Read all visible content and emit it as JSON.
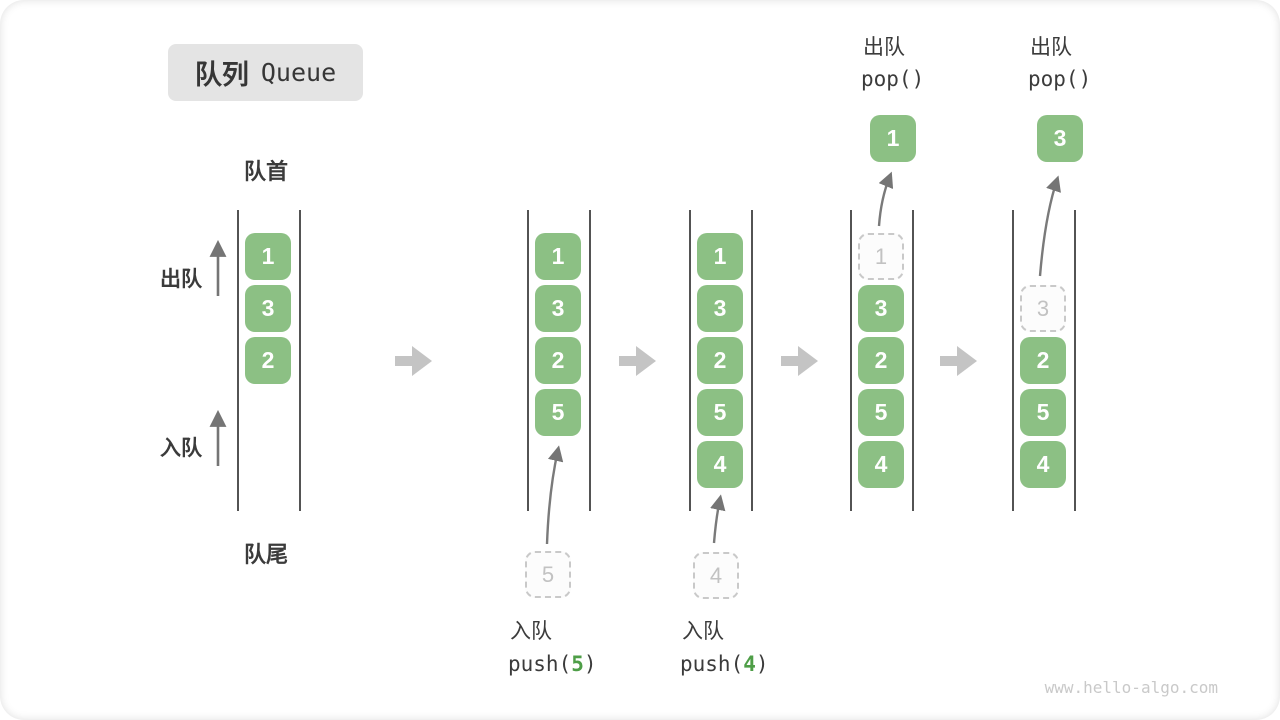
{
  "title": {
    "zh": "队列",
    "en": "Queue"
  },
  "queue_labels": {
    "front": "队首",
    "rear": "队尾",
    "dequeue": "出队",
    "enqueue": "入队"
  },
  "states": [
    {
      "items": [
        "1",
        "3",
        "2"
      ]
    },
    {
      "items": [
        "1",
        "3",
        "2",
        "5"
      ],
      "incoming": "5",
      "op": {
        "label": "入队",
        "code_open": "push(",
        "arg": "5",
        "code_close": ")"
      }
    },
    {
      "items": [
        "1",
        "3",
        "2",
        "5",
        "4"
      ],
      "incoming": "4",
      "op": {
        "label": "入队",
        "code_open": "push(",
        "arg": "4",
        "code_close": ")"
      }
    },
    {
      "items": [
        "3",
        "2",
        "5",
        "4"
      ],
      "removed": "1",
      "popped": "1",
      "op": {
        "label": "出队",
        "code": "pop()"
      }
    },
    {
      "items": [
        "2",
        "5",
        "4"
      ],
      "removed": "3",
      "popped": "3",
      "op": {
        "label": "出队",
        "code": "pop()"
      }
    }
  ],
  "watermark": "www.hello-algo.com",
  "colors": {
    "item_green": "#8cc084",
    "arg_green": "#4e9e47",
    "block_arrow_gray": "#c4c4c4",
    "thin_arrow_gray": "#757575",
    "rail_dark": "#535353",
    "dashed_border_gray": "#c9c9c9",
    "text_dark": "#3b3b3b",
    "badge_bg": "#e4e4e4",
    "watermark_gray": "#c9c9c9"
  }
}
